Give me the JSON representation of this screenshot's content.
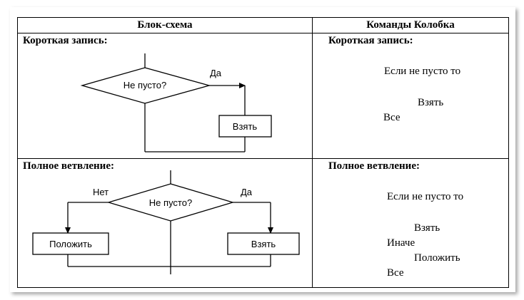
{
  "header": {
    "col_flowchart": "Блок-схема",
    "col_commands": "Команды Колобка"
  },
  "short": {
    "title": "Короткая запись:",
    "condition": "Не пусто?",
    "yes": "Да",
    "action": "Взять",
    "commands_title": "Короткая запись:",
    "commands": [
      "Если не пусто то",
      "Взять",
      "Все"
    ]
  },
  "full": {
    "title": "Полное ветвление:",
    "condition": "Не пусто?",
    "no": "Нет",
    "yes": "Да",
    "action_no": "Положить",
    "action_yes": "Взять",
    "commands_title": "Полное ветвление:",
    "commands": [
      "Если не пусто то",
      "Взять",
      "Иначе",
      "Положить",
      "Все"
    ]
  }
}
